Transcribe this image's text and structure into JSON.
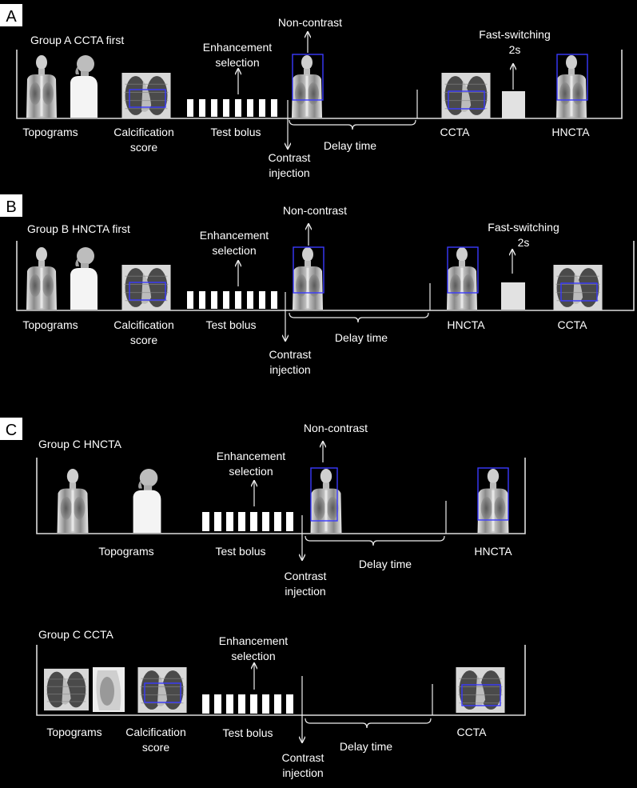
{
  "figure": {
    "panels": [
      {
        "letter": "A",
        "group_title": "Group A CCTA first",
        "labels": {
          "topograms": "Topograms",
          "calc_line1": "Calcification",
          "calc_line2": "score",
          "test_bolus": "Test bolus",
          "enh_line1": "Enhancement",
          "enh_line2": "selection",
          "non_contrast": "Non-contrast",
          "contrast_line1": "Contrast",
          "contrast_line2": "injection",
          "delay_time": "Delay time",
          "fast_switching": "Fast-switching",
          "fast_time": "2s",
          "scan1": "CCTA",
          "scan2": "HNCTA"
        }
      },
      {
        "letter": "B",
        "group_title": "Group B HNCTA first",
        "labels": {
          "topograms": "Topograms",
          "calc_line1": "Calcification",
          "calc_line2": "score",
          "test_bolus": "Test bolus",
          "enh_line1": "Enhancement",
          "enh_line2": "selection",
          "non_contrast": "Non-contrast",
          "contrast_line1": "Contrast",
          "contrast_line2": "injection",
          "delay_time": "Delay time",
          "fast_switching": "Fast-switching",
          "fast_time": "2s",
          "scan1": "HNCTA",
          "scan2": "CCTA"
        }
      },
      {
        "letter": "C",
        "group_title": "Group C HNCTA",
        "labels": {
          "topograms": "Topograms",
          "test_bolus": "Test bolus",
          "enh_line1": "Enhancement",
          "enh_line2": "selection",
          "non_contrast": "Non-contrast",
          "contrast_line1": "Contrast",
          "contrast_line2": "injection",
          "delay_time": "Delay time",
          "scan1": "HNCTA"
        }
      },
      {
        "group_title": "Group C CCTA",
        "labels": {
          "topograms": "Topograms",
          "calc_line1": "Calcification",
          "calc_line2": "score",
          "test_bolus": "Test bolus",
          "enh_line1": "Enhancement",
          "enh_line2": "selection",
          "contrast_line1": "Contrast",
          "contrast_line2": "injection",
          "delay_time": "Delay time",
          "scan1": "CCTA"
        }
      }
    ]
  },
  "colors": {
    "background": "#000000",
    "text": "#ffffff",
    "roi_box": "#3a3aff",
    "panel_label_bg": "#ffffff"
  }
}
